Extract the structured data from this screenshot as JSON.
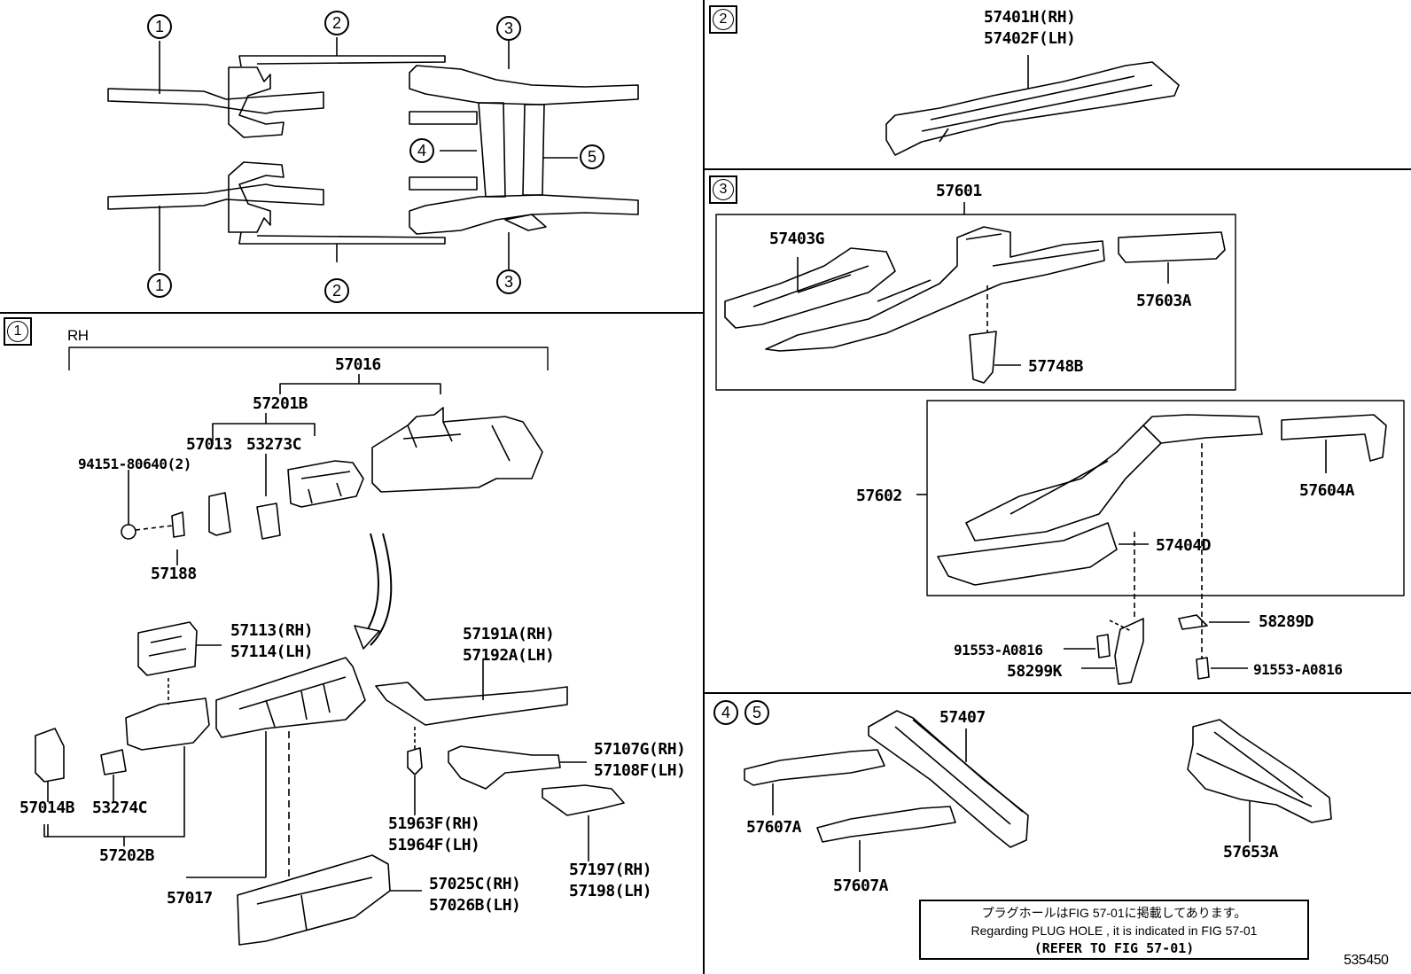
{
  "overview": {
    "callouts": {
      "c1_top": "1",
      "c1_bot": "1",
      "c2_top": "2",
      "c2_bot": "2",
      "c3_top": "3",
      "c3_bot": "3",
      "c4": "4",
      "c5": "5"
    }
  },
  "sections": {
    "s1": {
      "badge": "1",
      "side": "RH"
    },
    "s2": {
      "badge": "2"
    },
    "s3": {
      "badge": "3"
    },
    "s45": {
      "badge_a": "4",
      "badge_b": "5"
    }
  },
  "parts": {
    "p57016": "57016",
    "p57201B": "57201B",
    "p57013": "57013",
    "p53273C": "53273C",
    "p94151": "94151-80640(2)",
    "p57188": "57188",
    "p57113": "57113(RH)",
    "p57114": "57114(LH)",
    "p57191A": "57191A(RH)",
    "p57192A": "57192A(LH)",
    "p57107G": "57107G(RH)",
    "p57108F": "57108F(LH)",
    "p57014B": "57014B",
    "p53274C": "53274C",
    "p57202B": "57202B",
    "p51963F": "51963F(RH)",
    "p51964F": "51964F(LH)",
    "p57197": "57197(RH)",
    "p57198": "57198(LH)",
    "p57017": "57017",
    "p57025C": "57025C(RH)",
    "p57026B": "57026B(LH)",
    "p57401H": "57401H(RH)",
    "p57402F": "57402F(LH)",
    "p57601": "57601",
    "p57403G": "57403G",
    "p57603A": "57603A",
    "p57748B": "57748B",
    "p57602": "57602",
    "p57604A": "57604A",
    "p57404D": "57404D",
    "p58289D": "58289D",
    "p91553a": "91553-A0816",
    "p58299K": "58299K",
    "p91553b": "91553-A0816",
    "p57407": "57407",
    "p57607A_1": "57607A",
    "p57607A_2": "57607A",
    "p57653A": "57653A"
  },
  "note": {
    "line1": "プラグホールはFIG 57-01に掲載してあります。",
    "line2": "Regarding  PLUG  HOLE , it is indicated in FIG  57-01",
    "line3": "(REFER TO FIG 57-01)"
  },
  "figure_number": "535450"
}
